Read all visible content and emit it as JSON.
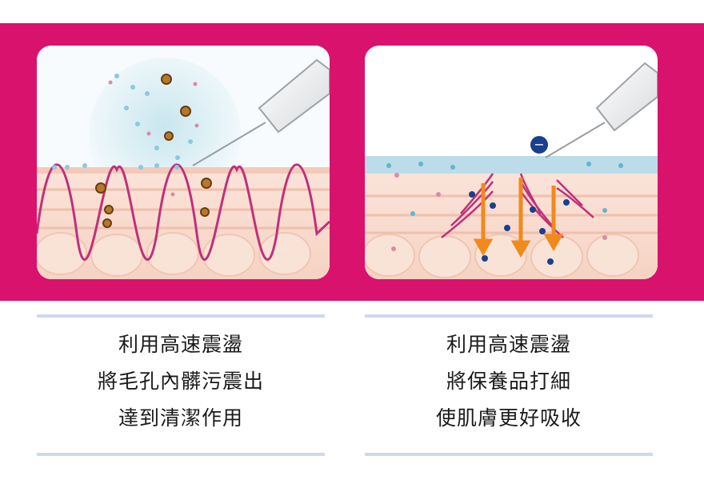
{
  "colors": {
    "band": "#d9126e",
    "divider": "#cfd8ee",
    "wave": "#c0307a",
    "arrow": "#f08a1c"
  },
  "left_panel": {
    "illustration": "skin cross-section with sonic wave loosening dirt from pores",
    "caption_lines": [
      "利用高速震盪",
      "將毛孔內髒污震出",
      "達到清潔作用"
    ]
  },
  "right_panel": {
    "illustration": "skin cross-section with negative ions pushing skincare into skin",
    "ion_symbol": "−",
    "caption_lines": [
      "利用高速震盪",
      "將保養品打細",
      "使肌膚更好吸收"
    ]
  }
}
